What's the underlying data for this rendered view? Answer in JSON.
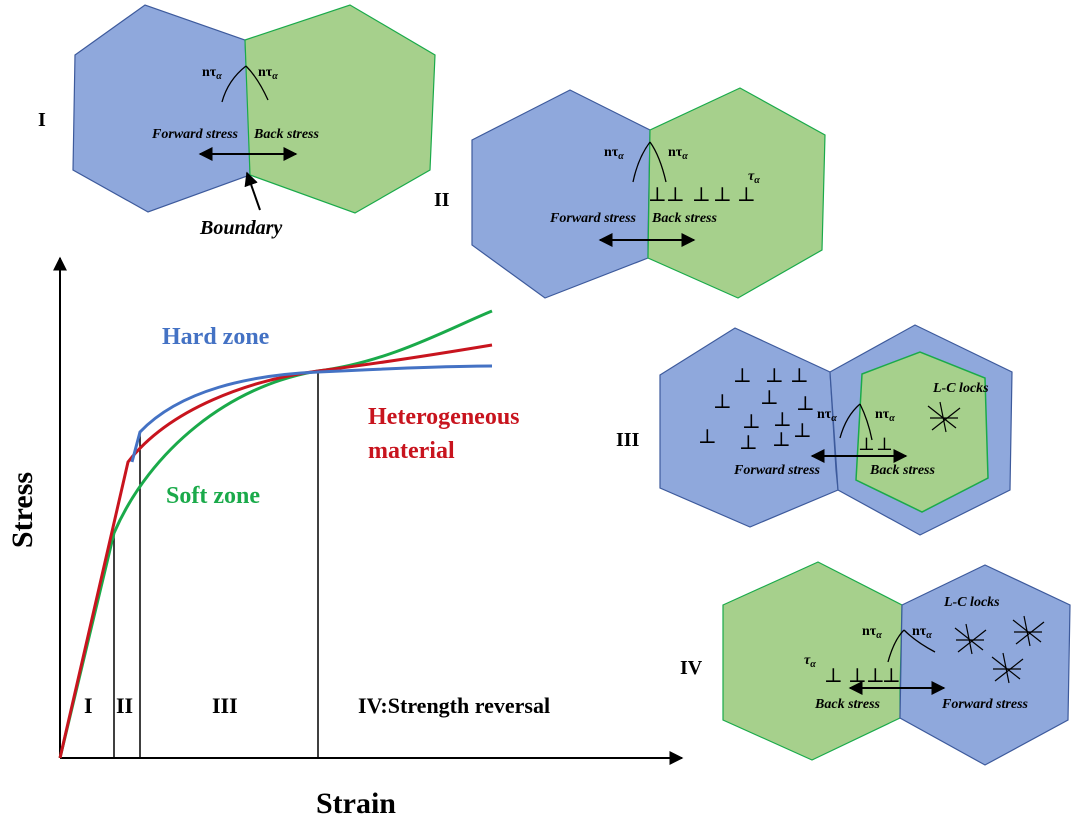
{
  "colors": {
    "hard_grain": "#8fa8dc",
    "soft_grain": "#a6d08c",
    "hard_curve": "#4472c4",
    "soft_curve": "#1aaa4a",
    "hetero_curve": "#c8141e",
    "ink": "#000000"
  },
  "symbols": {
    "n_tau": "nτ",
    "alpha_sub": "α",
    "tau": "τ",
    "dislocation": "⊥"
  },
  "panel_I": {
    "label": "I",
    "forward": "Forward stress",
    "back": "Back stress",
    "boundary": "Boundary"
  },
  "panel_II": {
    "label": "II",
    "forward": "Forward stress",
    "back": "Back stress"
  },
  "panel_III": {
    "label": "III",
    "forward": "Forward stress",
    "back": "Back stress",
    "locks": "L-C locks"
  },
  "panel_IV": {
    "label": "IV",
    "forward": "Forward stress",
    "back": "Back stress",
    "locks": "L-C locks"
  },
  "chart_data": {
    "type": "line",
    "xlabel": "Strain",
    "ylabel": "Stress",
    "regions": [
      "I",
      "II",
      "III",
      "IV:Strength reversal"
    ],
    "series": [
      {
        "name": "Hard zone",
        "label_line2": ""
      },
      {
        "name": "Heterogeneous",
        "label_line2": "material"
      },
      {
        "name": "Soft zone",
        "label_line2": ""
      }
    ]
  }
}
